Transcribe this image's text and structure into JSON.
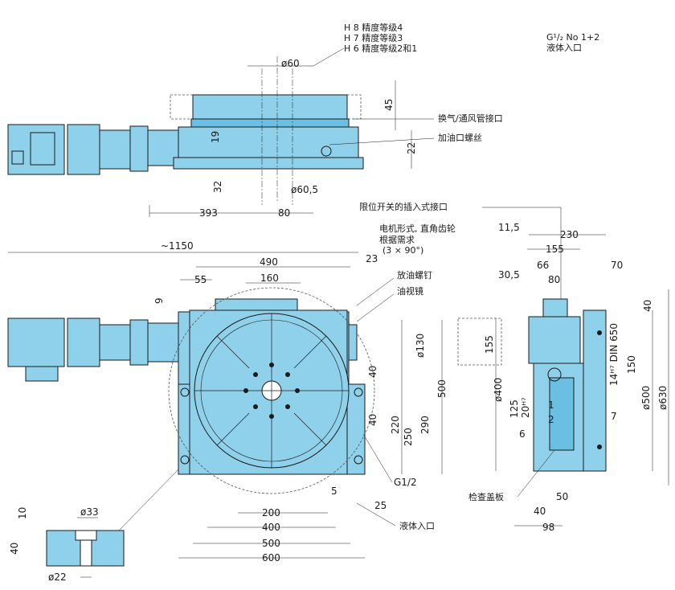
{
  "top_notes": {
    "line1": "H 8 精度等级4",
    "line2": "H 7 精度等级3",
    "line3": "H 6 精度等级2和1"
  },
  "top_right_note": {
    "line1": "G¹/₂ No 1+2",
    "line2": "液体入口"
  },
  "side_view": {
    "d60": "ø60",
    "d45": "45",
    "d22": "22",
    "d19": "19",
    "d32": "32",
    "d60_5": "ø60,5",
    "d393": "393",
    "d80": "80",
    "label_vent": "换气/通风管接口",
    "label_oil": "加油口螺丝"
  },
  "plan_view": {
    "d1150": "~1150",
    "d490": "490",
    "d23": "23",
    "d55": "55",
    "d160": "160",
    "d9": "9",
    "d130": "ø130",
    "d40a": "40",
    "d40b": "40",
    "d220": "220",
    "d250": "250",
    "d290": "290",
    "d500v": "500",
    "d5": "5",
    "d200": "200",
    "d25": "25",
    "d400": "400",
    "d500": "500",
    "d600": "600",
    "g12": "G1/2",
    "label_motor1": "电机形式, 直角齿轮",
    "label_motor2": "根据需求",
    "label_motor3": "(3 × 90°)",
    "label_drain": "放油螺钉",
    "label_sight": "油视镜",
    "label_inlet": "液体入口"
  },
  "end_view": {
    "label_limit": "限位开关的插入式接口",
    "d11_5": "11,5",
    "d230": "230",
    "d155h": "155",
    "d66": "66",
    "d70": "70",
    "d30_5": "30,5",
    "d80": "80",
    "d40": "40",
    "d155v": "155",
    "d400": "ø400",
    "d125": "125",
    "d20h7": "20ᴴ⁷",
    "d6": "6",
    "d14h7": "14ᴴ⁷ DIN 650",
    "d150": "150",
    "d7": "7",
    "d500": "ø500",
    "d630": "ø630",
    "d50": "50",
    "d40b": "40",
    "d98": "98",
    "n1": "1",
    "n2": "2",
    "label_cover": "检查盖板"
  },
  "detail": {
    "d10": "10",
    "d33": "ø33",
    "d40": "40",
    "d22": "ø22"
  },
  "colors": {
    "part_fill": "#8fd0ea",
    "part_dark": "#6bbfe2",
    "line": "#1a1a1a"
  }
}
